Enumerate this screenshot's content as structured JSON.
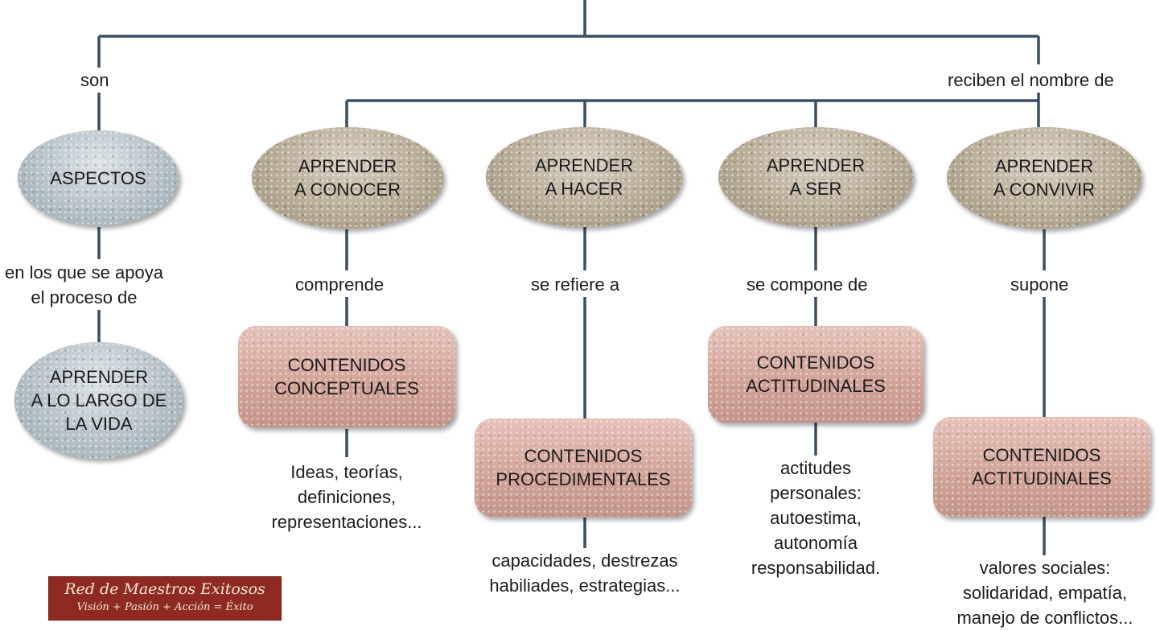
{
  "links": {
    "son": "son",
    "reciben": "reciben el nombre de",
    "apoya": [
      "en los que se apoya",
      "el proceso de"
    ],
    "comprende": "comprende",
    "refiere": "se refiere a",
    "compone": "se compone de",
    "supone": "supone"
  },
  "nodes": {
    "aspectos": [
      "ASPECTOS"
    ],
    "aprender_vida": [
      "APRENDER",
      "A LO LARGO DE",
      "LA VIDA"
    ],
    "conocer": [
      "APRENDER",
      "A CONOCER"
    ],
    "hacer": [
      "APRENDER",
      "A HACER"
    ],
    "ser": [
      "APRENDER",
      "A SER"
    ],
    "convivir": [
      "APRENDER",
      "A CONVIVIR"
    ],
    "conceptuales": [
      "CONTENIDOS",
      "CONCEPTUALES"
    ],
    "procedimentales": [
      "CONTENIDOS",
      "PROCEDIMENTALES"
    ],
    "actitudinales_ser": [
      "CONTENIDOS",
      "ACTITUDINALES"
    ],
    "actitudinales_convivir": [
      "CONTENIDOS",
      "ACTITUDINALES"
    ]
  },
  "notes": {
    "conceptuales": [
      "Ideas, teorías,",
      "definiciones,",
      "representaciones..."
    ],
    "procedimentales": [
      "capacidades, destrezas",
      "habiliades, estrategias..."
    ],
    "actitudinales": [
      "actitudes",
      "personales:",
      "autoestima,",
      "autonomía",
      "responsabilidad."
    ],
    "valores": [
      "valores sociales:",
      "solidaridad, empatía,",
      "manejo de conflictos..."
    ]
  },
  "watermark": {
    "line1": "Red de Maestros Exitosos",
    "line2": "Visión + Pasión + Acción = Éxito"
  },
  "colors": {
    "line": "#3a4f63",
    "ellipse_tan": "#b7ab99",
    "ellipse_blue": "#b3bfc6",
    "rect_pink": "#d6aaa0",
    "watermark_bg": "#8e2a22"
  }
}
